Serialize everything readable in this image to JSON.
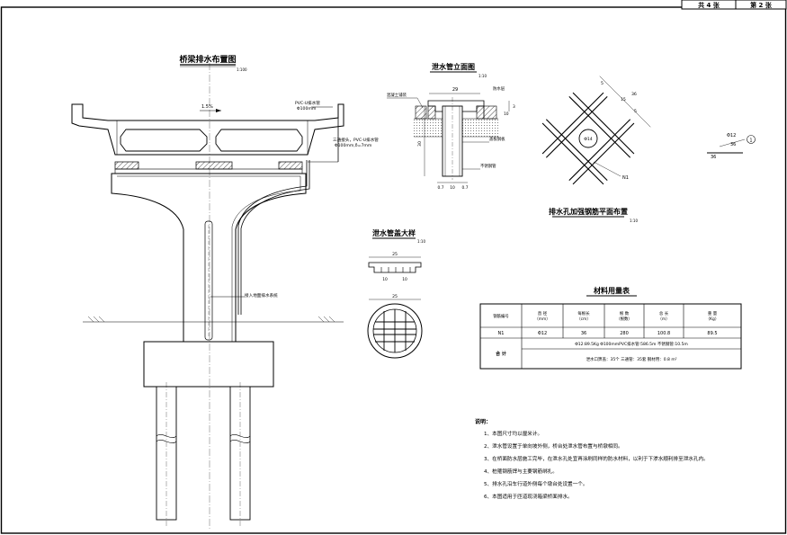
{
  "sheet": {
    "total": "共 4 张",
    "current": "第 2 张"
  },
  "main_view": {
    "title": "桥梁排水布置图",
    "scale": "1:100",
    "slope": "1.5%",
    "pvc_pipe": "PVC-U排水管",
    "pvc_dia": "Φ100mm",
    "tee_label": "三通接头，PVC-U排水管",
    "tee_dia": "Φ100mm,δ=7mm",
    "drain_system_label": "接入地面排水系统"
  },
  "pipe_elevation": {
    "title": "泄水管立面图",
    "scale": "1:10",
    "dim_top": "29",
    "dim_side": "10",
    "dim_right": "3",
    "dim_height": "30",
    "dims_bottom": [
      "0.7",
      "10",
      "0.7"
    ],
    "concrete_label": "混凝土铺装",
    "waterproof_label": "防水层",
    "plate_label": "盖板钢板",
    "steel_pipe_label": "不锈钢管"
  },
  "rebar_plan": {
    "title": "排水孔加强钢筋平面布置",
    "scale": "1:10",
    "dims": [
      "5",
      "15",
      "5",
      "36"
    ],
    "hole": "Φ14",
    "rebar_tag": "N1"
  },
  "rebar_detail": {
    "size": "Φ12",
    "length": "36",
    "number": "1",
    "leg": "36"
  },
  "grate_detail": {
    "title": "泄水管盖大样",
    "scale": "1:10",
    "dim_top": "25",
    "dim_inner": [
      "10",
      "10"
    ],
    "dim_circle": "25"
  },
  "material_table": {
    "title": "材料用量表",
    "headers": [
      "钢筋编号",
      "直 径\n（mm）",
      "每根长\n（cm）",
      "根 数\n（根数）",
      "总 长\n（m）",
      "重 量\n（Kg）"
    ],
    "row": [
      "N1",
      "Φ12",
      "36",
      "280",
      "100.8",
      "89.5"
    ],
    "total_label": "合 计",
    "total_line1": "Φ12:89.5Kg     Φ100mmPVC排水管:586.5m   不锈钢管:10.5m",
    "total_line2": "泄水口箅盖：35个          三通管：35套          钢材用：0.8 m²"
  },
  "notes": {
    "heading": "说明：",
    "items": [
      "1、本图尺寸均以厘米计。",
      "2、泄水管设置于单向坡外侧，桥台处泄水管布置与桥墩相同。",
      "3、在桥面防水层施工完毕，在泄水孔处宜再涂刷同样的防水材料，以利于下渗水顺利排至泄水孔内。",
      "4、桩箍钢筋焊与主要钢筋绑扎。",
      "5、排水孔沿车行道外侧每个墩台处设置一个。",
      "6、本图适用于匝道现浇箱梁桥面排水。"
    ]
  }
}
